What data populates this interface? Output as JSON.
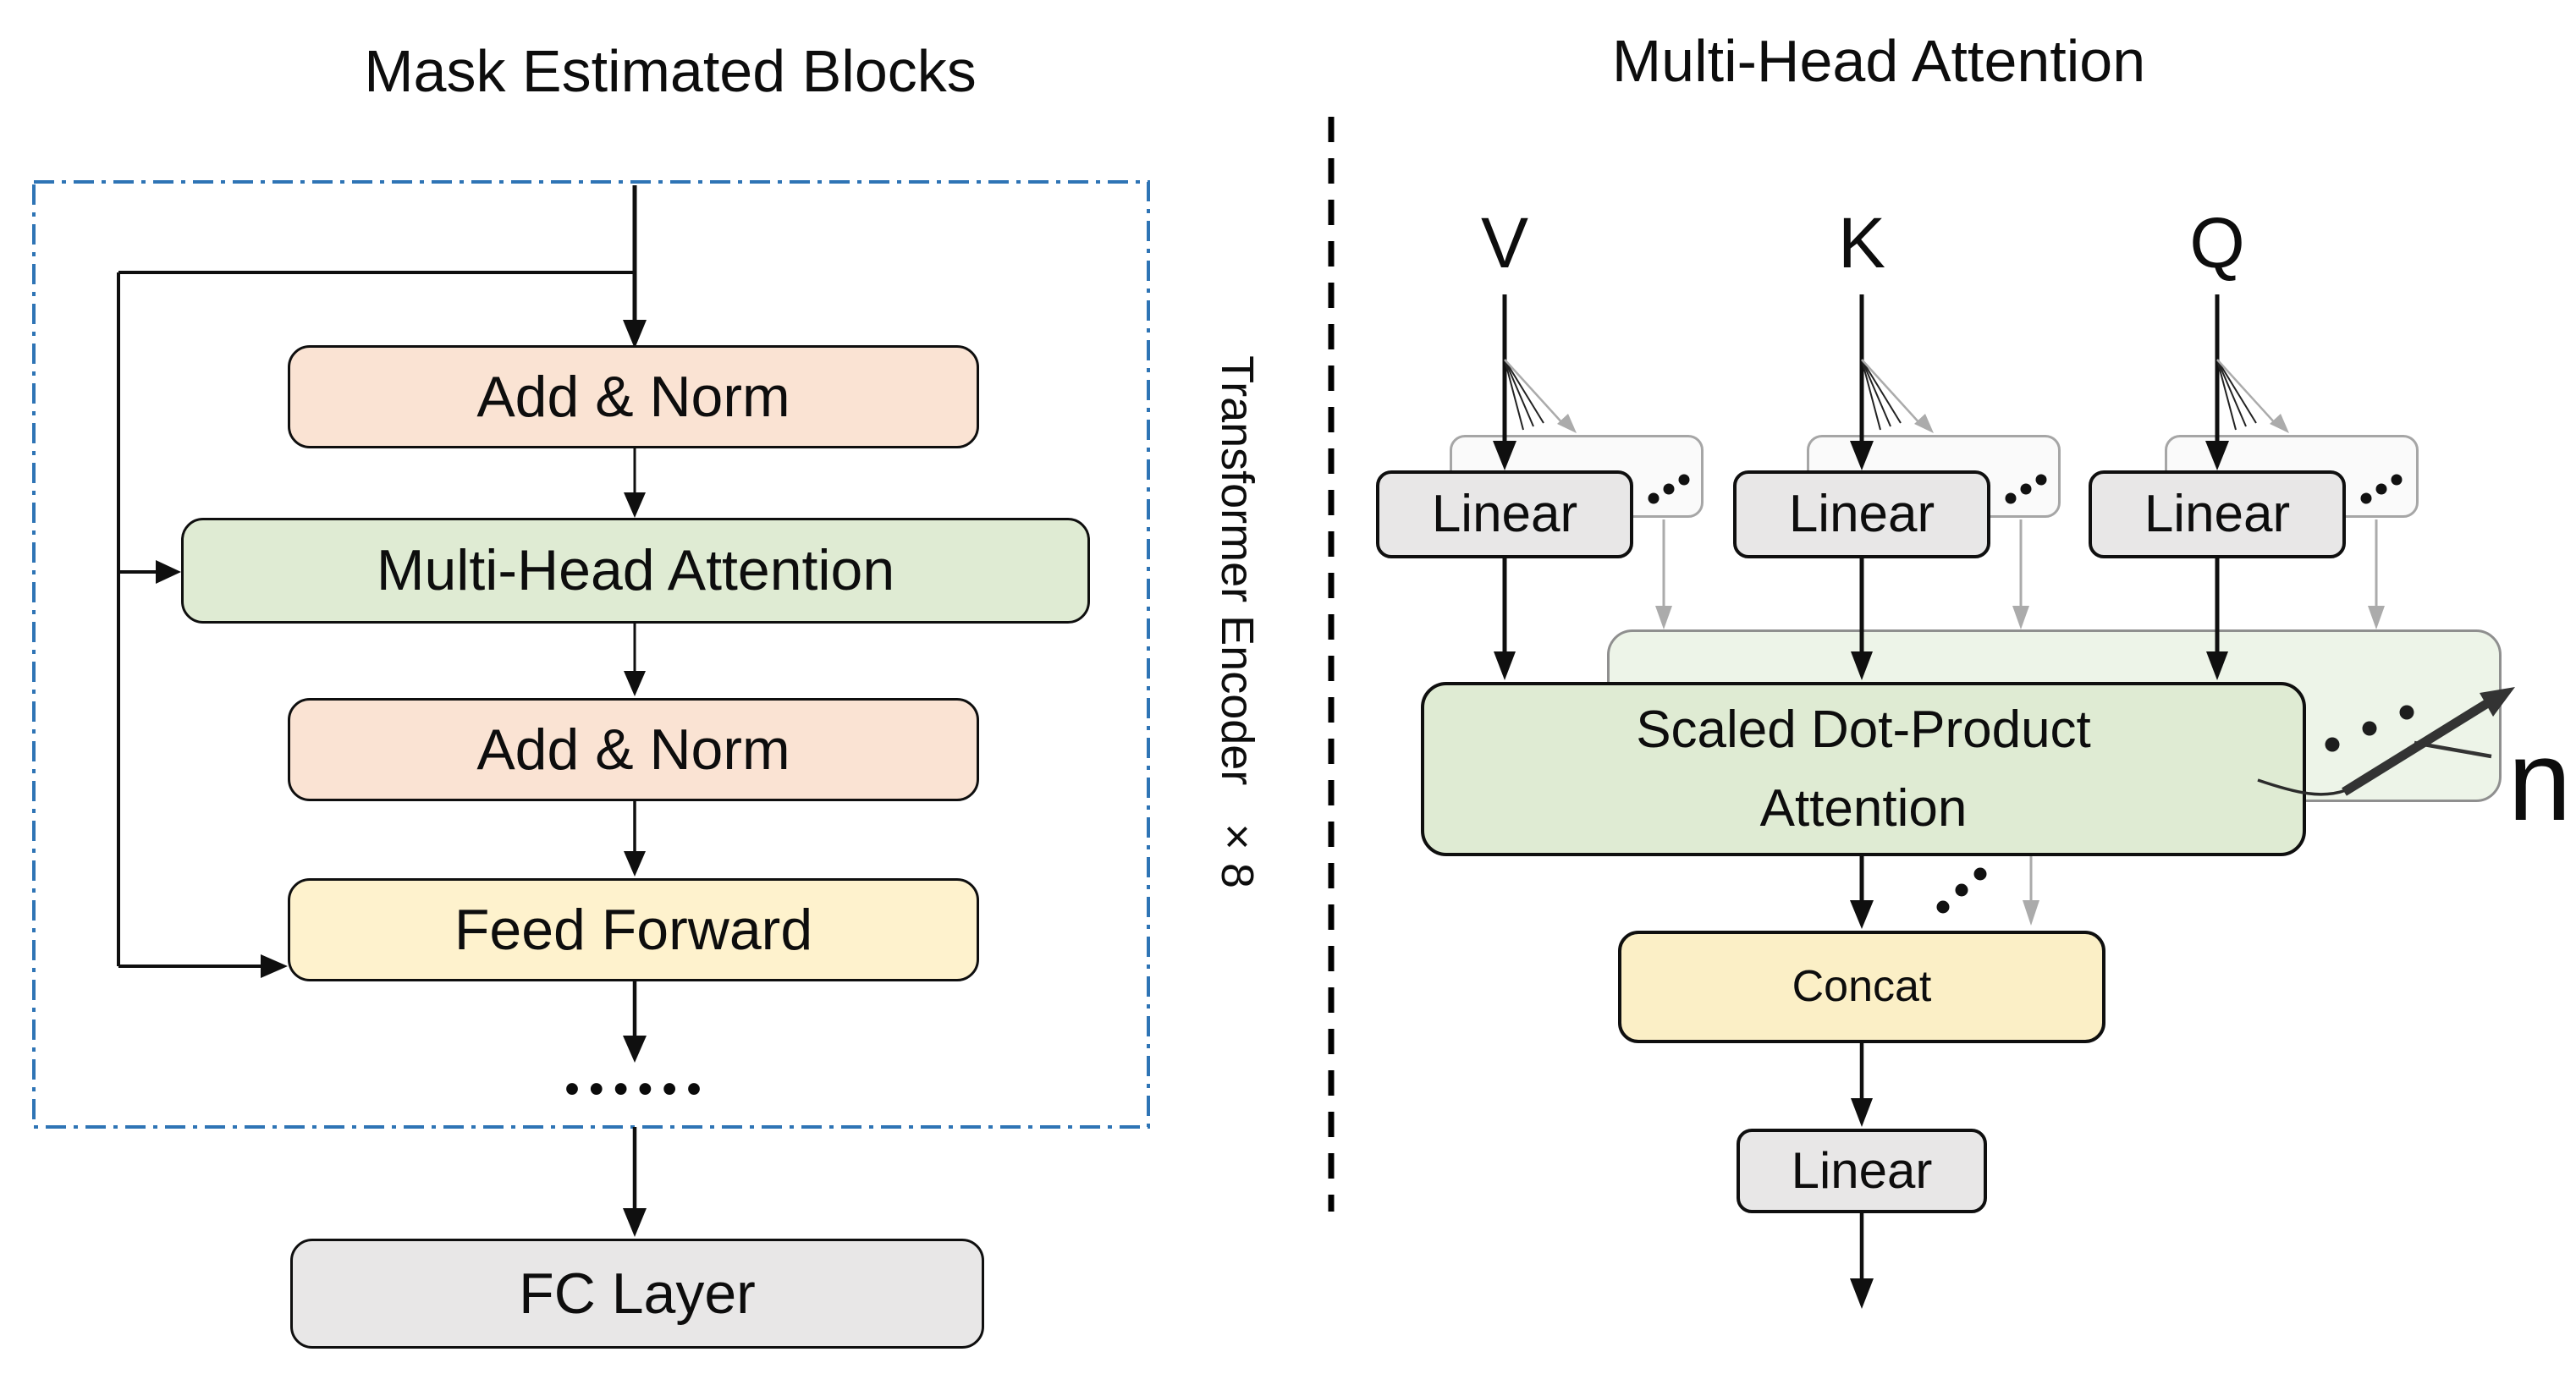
{
  "left_panel": {
    "title": "Mask Estimated Blocks",
    "encoder_label": "Transformer Encoder   × 8",
    "add_norm_top": "Add & Norm",
    "multi_head_attention": "Multi-Head Attention",
    "add_norm_bottom": "Add & Norm",
    "feed_forward": "Feed Forward",
    "ellipsis": "••••••",
    "fc_layer": "FC Layer"
  },
  "right_panel": {
    "title": "Multi-Head Attention",
    "inputs": [
      "V",
      "K",
      "Q"
    ],
    "linear": "Linear",
    "attention_line1": "Scaled Dot-Product",
    "attention_line2": "Attention",
    "concat": "Concat",
    "output_linear": "Linear",
    "num_heads": "n"
  },
  "colors": {
    "peach": "#FAE3D3",
    "green": "#DFEBD3",
    "green_shadow": "#EDF4E8",
    "yellow": "#FEF2CD",
    "yellow_concat": "#FBEFC6",
    "gray_box": "#E8E7E7",
    "shadow_fill": "#FAFAFA",
    "shadow_border": "#A6A6A6",
    "blue_dash": "#2E74B5",
    "gray_line": "#ABABAB",
    "line_black": "#0f0f0f"
  }
}
